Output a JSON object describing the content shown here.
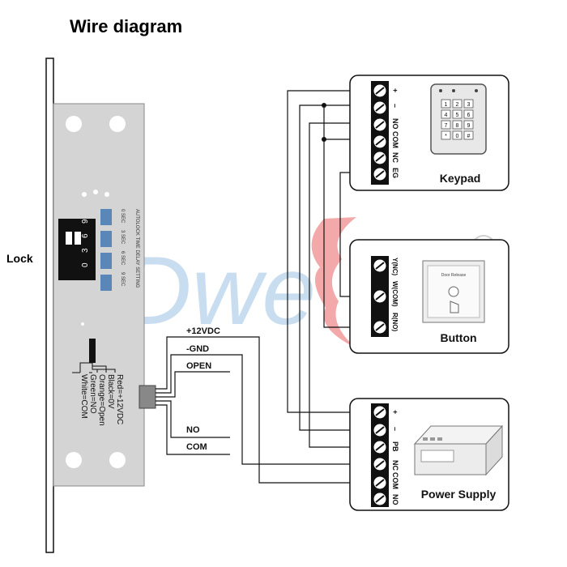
{
  "title": "Wire diagram",
  "lock": {
    "label": "Lock",
    "dip_numbers": [
      "0",
      "3",
      "6",
      "9"
    ],
    "delay_header": "AUTOLOCK TIME DELAY SETTING",
    "delay_options": [
      "0 SEC",
      "3 SEC",
      "6 SEC",
      "9 SEC"
    ],
    "wire_legend": [
      "Red=+12VDC",
      "Black=0V",
      "Orange=Open",
      "Green=NO",
      "White=COM"
    ],
    "wire_labels": [
      "+12VDC",
      "-GND",
      "OPEN",
      "NO",
      "COM"
    ]
  },
  "keypad": {
    "label": "Keypad",
    "terminals": [
      "+",
      "–",
      "NO",
      "COM",
      "NC",
      "EG"
    ],
    "keys": [
      "1",
      "2",
      "3",
      "4",
      "5",
      "6",
      "7",
      "8",
      "9",
      "*",
      "0",
      "#"
    ]
  },
  "button": {
    "label": "Button",
    "terminals": [
      "Y(NC)",
      "W(COM)",
      "R(NO)"
    ],
    "plate_text": "Door Release"
  },
  "power_supply": {
    "label": "Power Supply",
    "terminals": [
      "+",
      "–",
      "PB",
      "NC",
      "COM",
      "NO"
    ]
  },
  "watermark": {
    "text": "Dwe",
    "mark": "®"
  },
  "colors": {
    "line": "#111111",
    "panel": "#d4d4d4",
    "watermark": "#9cc4e4",
    "watermark_red": "#e23b3b"
  }
}
